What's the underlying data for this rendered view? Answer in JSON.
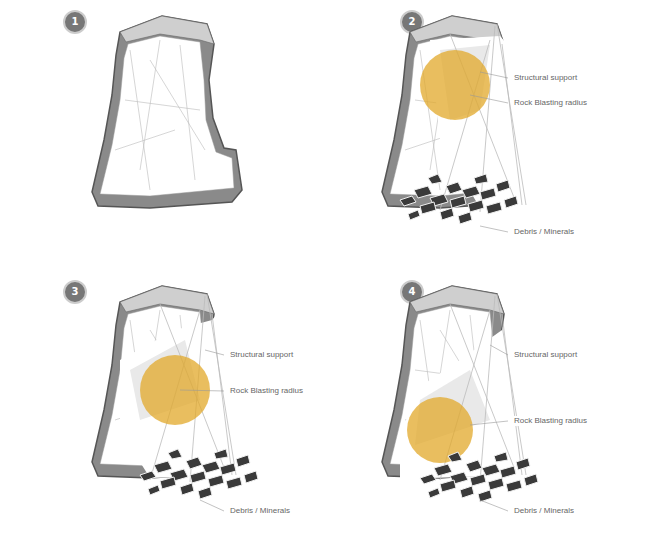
{
  "diagram": {
    "labels": [
      "1",
      "2",
      "Structural support",
      "Rock Blasting radius",
      "Debris / Minerals",
      "3",
      "Structural support",
      "Rock Blasting radius",
      "Debris / Minerals",
      "4",
      "Structural support",
      "Rock Blasting radius",
      "Debris / Minerals"
    ]
  }
}
